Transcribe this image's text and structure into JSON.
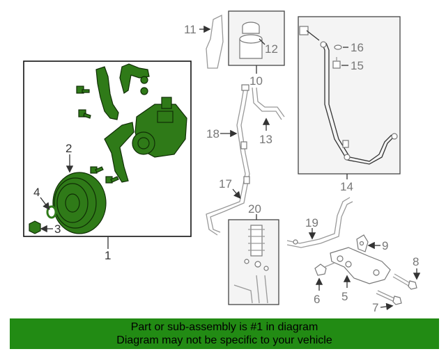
{
  "callouts": {
    "c1": "1",
    "c2": "2",
    "c3": "3",
    "c4": "4",
    "c5": "5",
    "c6": "6",
    "c7": "7",
    "c8": "8",
    "c9": "9",
    "c10": "10",
    "c11": "11",
    "c12": "12",
    "c13": "13",
    "c14": "14",
    "c15": "15",
    "c16": "16",
    "c17": "17",
    "c18": "18",
    "c19": "19",
    "c20": "20"
  },
  "banner": {
    "line1": "Part or sub-assembly is #1 in diagram",
    "line2": "Diagram may not be specific to your vehicle"
  },
  "colors": {
    "highlight": "#2f7a18",
    "banner": "#228b14"
  }
}
